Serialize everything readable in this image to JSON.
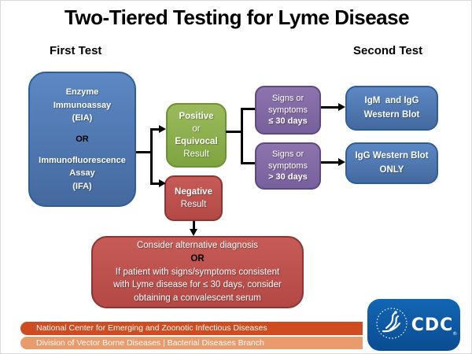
{
  "title": "Two-Tiered Testing for Lyme Disease",
  "column_headers": {
    "first": "First Test",
    "second": "Second Test"
  },
  "colors": {
    "box_blue": "#4d7cba",
    "box_green": "#8fb04d",
    "box_red": "#c0504d",
    "box_purple": "#8468a5",
    "bar_orange_dark": "#cf4b20",
    "bar_orange_light": "#e99b6e",
    "cdc_blue": "#0d5aa7",
    "connector": "#000000"
  },
  "boxes": {
    "first_test": {
      "method1": "Enzyme\nImmunoassay\n(EIA)",
      "or": "OR",
      "method2": "Immunofluorescence\nAssay\n(IFA)"
    },
    "positive": {
      "line1": "Positive",
      "line2": "or",
      "line3": "Equivocal",
      "line4": "Result"
    },
    "negative": {
      "line1": "Negative",
      "line2": "Result"
    },
    "signs_early": {
      "lines": "Signs or\nsymptoms",
      "duration": "≤ 30 days"
    },
    "signs_late": {
      "lines": "Signs or\nsymptoms",
      "duration": "> 30 days"
    },
    "blot_both": "IgM  and IgG\nWestern Blot",
    "blot_igg": "IgG Western Blot\nONLY",
    "alternative": {
      "line1": "Consider alternative diagnosis",
      "or": "OR",
      "line2": "If patient with signs/symptoms consistent\nwith Lyme disease for ≤ 30 days, consider\nobtaining a convalescent serum"
    }
  },
  "footer": {
    "bar1": "National Center for Emerging and Zoonotic Infectious Diseases",
    "bar2": "Division of Vector Borne Diseases | Bacterial Diseases Branch",
    "cdc_label": "CDC",
    "cdc_registered": "®"
  }
}
